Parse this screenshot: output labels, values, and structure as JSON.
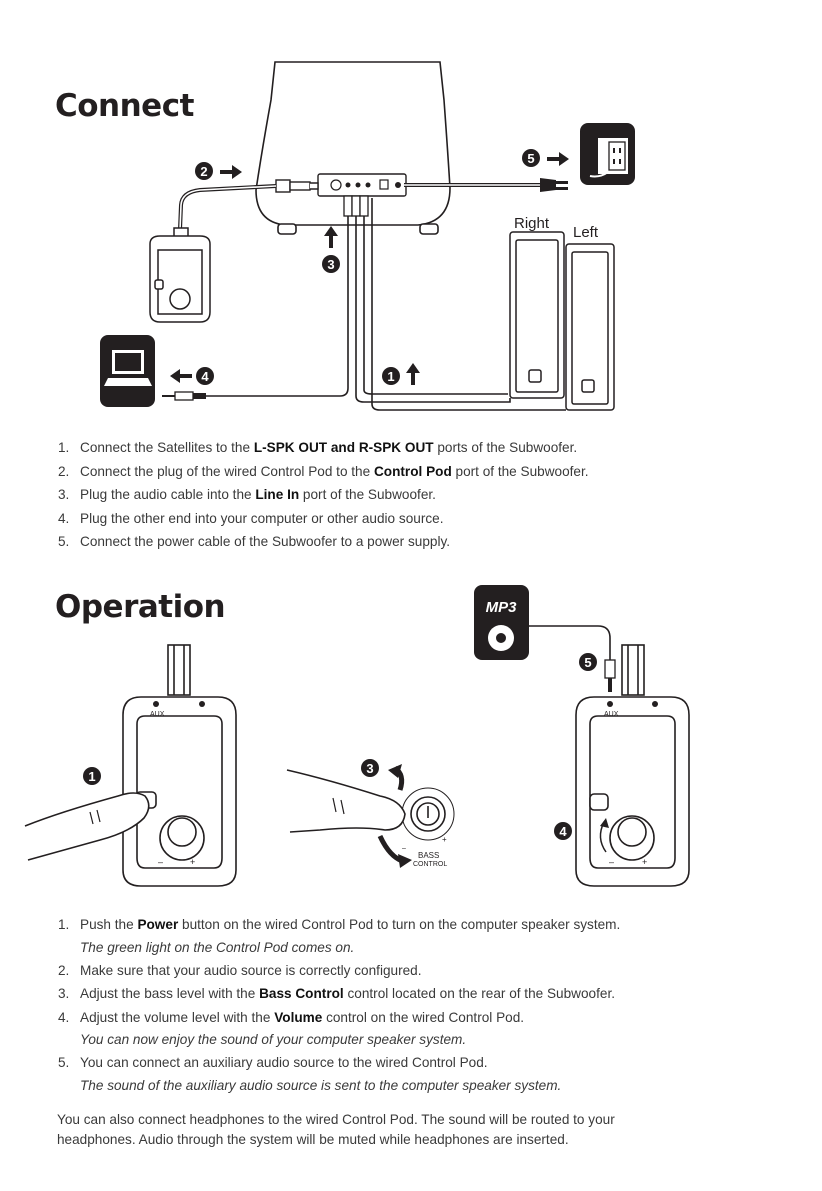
{
  "connect": {
    "title": "Connect",
    "labels": {
      "right": "Right",
      "left": "Left"
    },
    "markers": [
      "1",
      "2",
      "3",
      "4",
      "5"
    ],
    "steps": [
      {
        "n": "1.",
        "pre": "Connect the Satellites to the ",
        "b1": "L-SPK OUT",
        "mid": " and ",
        "b2": "R-SPK OUT",
        "post": " ports of the Subwoofer."
      },
      {
        "n": "2.",
        "pre": "Connect the plug of the wired Control Pod to the ",
        "b1": "Control Pod",
        "post": " port of the Subwoofer."
      },
      {
        "n": "3.",
        "pre": "Plug the audio cable into the ",
        "b1": "Line In",
        "post": " port of  the Subwoofer."
      },
      {
        "n": "4.",
        "text": "Plug the other end into your computer or other audio source."
      },
      {
        "n": "5.",
        "text": "Connect the power cable of the Subwoofer to a power supply."
      }
    ]
  },
  "operation": {
    "title": "Operation",
    "labels": {
      "mp3": "MP3",
      "bass_control_1": "BASS",
      "bass_control_2": "CONTROL",
      "aux": "AUX",
      "minus": "–",
      "plus": "+"
    },
    "markers": [
      "1",
      "3",
      "4",
      "5"
    ],
    "steps": [
      {
        "n": "1.",
        "pre": "Push the ",
        "b1": "Power",
        "post": " button on the wired Control Pod to turn on the computer speaker system.",
        "note": "The green light on the Control Pod comes on."
      },
      {
        "n": "2.",
        "text": "Make sure that your audio source is correctly configured."
      },
      {
        "n": "3.",
        "pre": "Adjust the bass level with the ",
        "b1": "Bass Control",
        "post": " control located on the rear of the Subwoofer."
      },
      {
        "n": "4.",
        "pre": "Adjust the volume level with the ",
        "b1": "Volume",
        "post": " control on the wired Control Pod.",
        "note": "You can now enjoy the sound of your computer speaker system."
      },
      {
        "n": "5.",
        "text": "You can connect an auxiliary audio source to the wired Control Pod.",
        "note": "The sound of the auxiliary audio source is sent to the computer speaker system."
      }
    ],
    "footer_line1": "You can also connect headphones to the wired Control Pod. The sound will be routed to your",
    "footer_line2": "headphones. Audio through the system will be muted while headphones are inserted."
  },
  "colors": {
    "ink": "#231f20",
    "text": "#3a3a3a",
    "paper": "#ffffff"
  }
}
